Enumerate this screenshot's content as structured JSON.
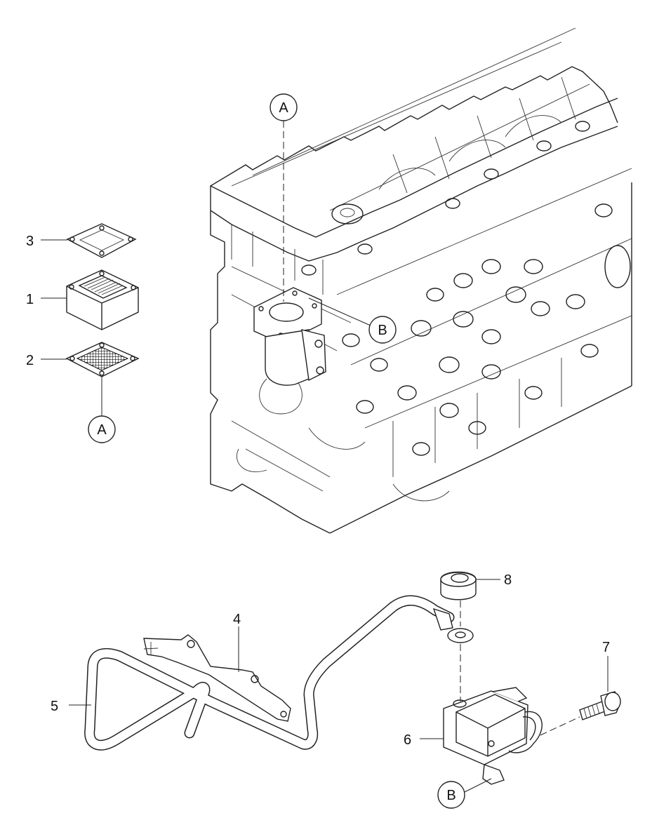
{
  "callouts": {
    "c1": "1",
    "c2": "2",
    "c3": "3",
    "c4": "4",
    "c5": "5",
    "c6": "6",
    "c7": "7",
    "c8": "8"
  },
  "refs": {
    "a_top": "A",
    "a_left": "A",
    "b_top": "B",
    "b_bottom": "B"
  },
  "icons": {
    "engine": "engine-block-icon",
    "gasket": "gasket-icon",
    "filter": "breather-filter-icon",
    "screen": "mesh-screen-icon",
    "hose": "hose-icon",
    "bracket": "bracket-icon",
    "valve": "valve-body-icon",
    "bolt": "bolt-icon",
    "grommet": "grommet-icon"
  },
  "colors": {
    "line": "#222222",
    "background": "#ffffff"
  }
}
